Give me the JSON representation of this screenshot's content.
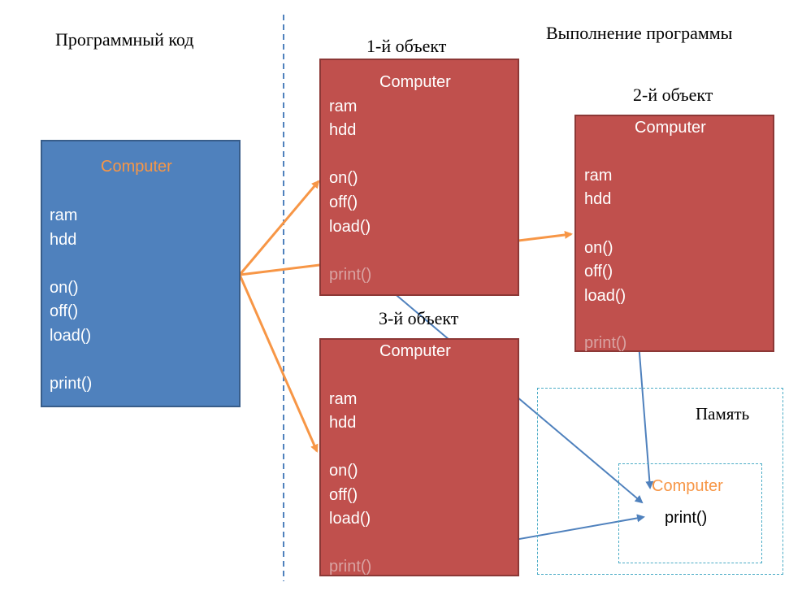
{
  "headings": {
    "program_code": "Программный код",
    "program_execution": "Выполнение программы",
    "object1": "1-й объект",
    "object2": "2-й объект",
    "object3": "3-й объект",
    "memory": "Память"
  },
  "class_box": {
    "title": "Computer",
    "fields": [
      "ram",
      "hdd"
    ],
    "methods": [
      "on()",
      "off()",
      "load()"
    ],
    "print": "print()"
  },
  "object1": {
    "title": "Computer",
    "fields": [
      "ram",
      "hdd"
    ],
    "methods": [
      "on()",
      "off()",
      "load()"
    ],
    "print": "print()"
  },
  "object2": {
    "title": "Computer",
    "fields": [
      "ram",
      "hdd"
    ],
    "methods": [
      "on()",
      "off()",
      "load()"
    ],
    "print": "print()"
  },
  "object3": {
    "title": "Computer",
    "fields": [
      "ram",
      "hdd"
    ],
    "methods": [
      "on()",
      "off()",
      "load()"
    ],
    "print": "print()"
  },
  "memory_box": {
    "title": "Computer",
    "method": "print()"
  },
  "colors": {
    "class_fill": "#4f81bd",
    "object_fill": "#c0504d",
    "instantiation_arrow": "#f79646",
    "reference_arrow": "#4f81bd",
    "divider": "#4f81bd",
    "memory_border": "#4bacc6"
  }
}
